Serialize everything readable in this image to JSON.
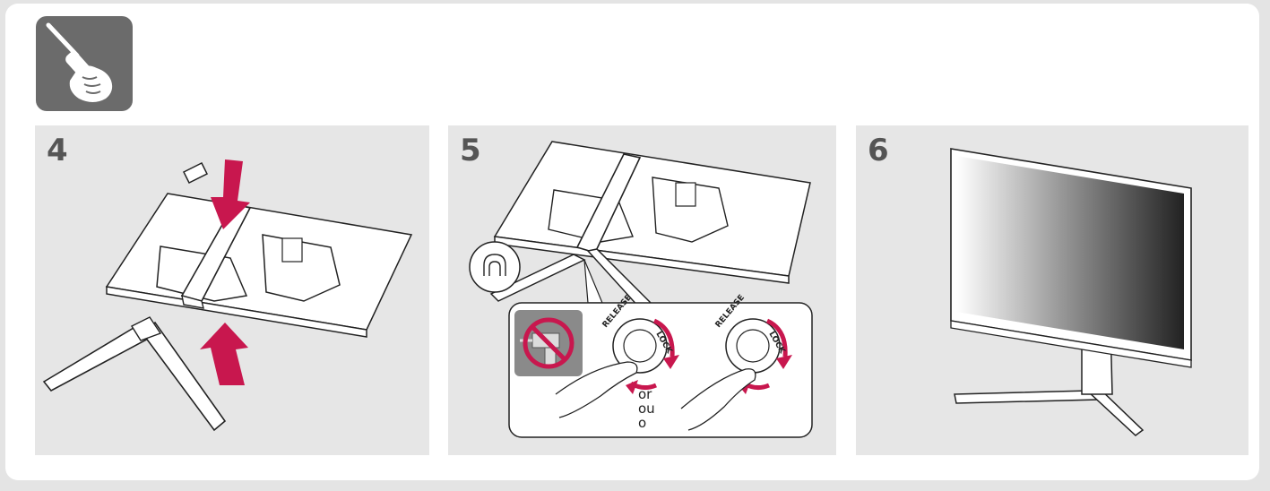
{
  "toolbar_icon": "screwdriver-in-hand-icon",
  "accent_color": "#c8174e",
  "steps": [
    {
      "number": "4",
      "illustration": "attach-stand-neck-to-monitor-back"
    },
    {
      "number": "5",
      "illustration": "turn-screw-to-lock-stand",
      "dial_release_label": "RELEASE",
      "dial_lock_label": "LOCK",
      "alternative_text": "or\nou\no",
      "prohibited_icon": "no-power-drill-icon"
    },
    {
      "number": "6",
      "illustration": "assembled-monitor-front"
    }
  ]
}
